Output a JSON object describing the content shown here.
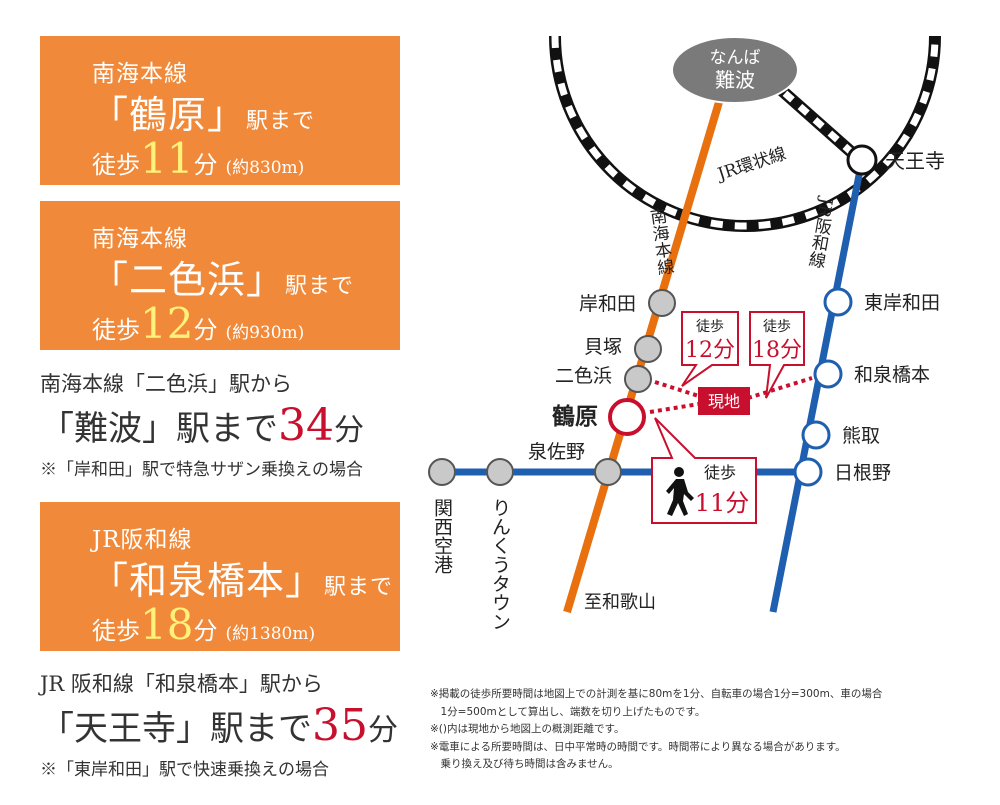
{
  "panels": [
    {
      "line": "南海本線",
      "station": "「鶴原」",
      "suffix": "駅まで",
      "walk_label": "徒歩",
      "minutes": "11",
      "unit": "分",
      "distance": "(約830m)"
    },
    {
      "line": "南海本線",
      "station": "「二色浜」",
      "suffix": "駅まで",
      "walk_label": "徒歩",
      "minutes": "12",
      "unit": "分",
      "distance": "(約930m)"
    },
    {
      "line": "JR阪和線",
      "station": "「和泉橋本」",
      "suffix": "駅まで",
      "walk_label": "徒歩",
      "minutes": "18",
      "unit": "分",
      "distance": "(約1380m)"
    }
  ],
  "info": [
    {
      "from": "南海本線「二色浜」駅から",
      "dest": "「難波」",
      "dest_suffix": "駅まで",
      "minutes": "34",
      "unit": "分",
      "note": "※「岸和田」駅で特急サザン乗換えの場合"
    },
    {
      "from": "JR 阪和線「和泉橋本」駅から",
      "dest": "「天王寺」",
      "dest_suffix": "駅まで",
      "minutes": "35",
      "unit": "分",
      "note": "※「東岸和田」駅で快速乗換えの場合"
    }
  ],
  "map": {
    "namba_kana": "なんば",
    "namba": "難波",
    "tennoji": "天王寺",
    "loop_line": "JR環状線",
    "nankai_line": "南海本線",
    "hanwa_line": "JR阪和線",
    "kishiwada": "岸和田",
    "kaizuka": "貝塚",
    "nishikinohama": "二色浜",
    "tsuruhara": "鶴原",
    "izumisano": "泉佐野",
    "higashikishiwada": "東岸和田",
    "izumihashimoto": "和泉橋本",
    "kumatori": "熊取",
    "hineno": "日根野",
    "kansai_airport": "関西空港",
    "rinku_town": "りんくうタウン",
    "to_wakayama": "至和歌山",
    "current": "現地",
    "walk_label": "徒歩",
    "walk_12": "12分",
    "walk_18": "18分",
    "walk_11": "11分",
    "colors": {
      "nankai": "#e8700f",
      "hanwa": "#1f5fb0",
      "kanku": "#1f5fb0",
      "current": "#c8102e",
      "panel": "#f08a3a",
      "station_gray": "#c9c9c9"
    }
  },
  "notes": [
    "※掲載の徒歩所要時間は地図上での計測を基に80mを1分、自転車の場合1分=300m、車の場合",
    "　1分=500mとして算出し、端数を切り上げたものです。",
    "※()内は現地から地図上の概測距離です。",
    "※電車による所要時間は、日中平常時の時間です。時間帯により異なる場合があります。",
    "　乗り換え及び待ち時間は含みません。"
  ]
}
